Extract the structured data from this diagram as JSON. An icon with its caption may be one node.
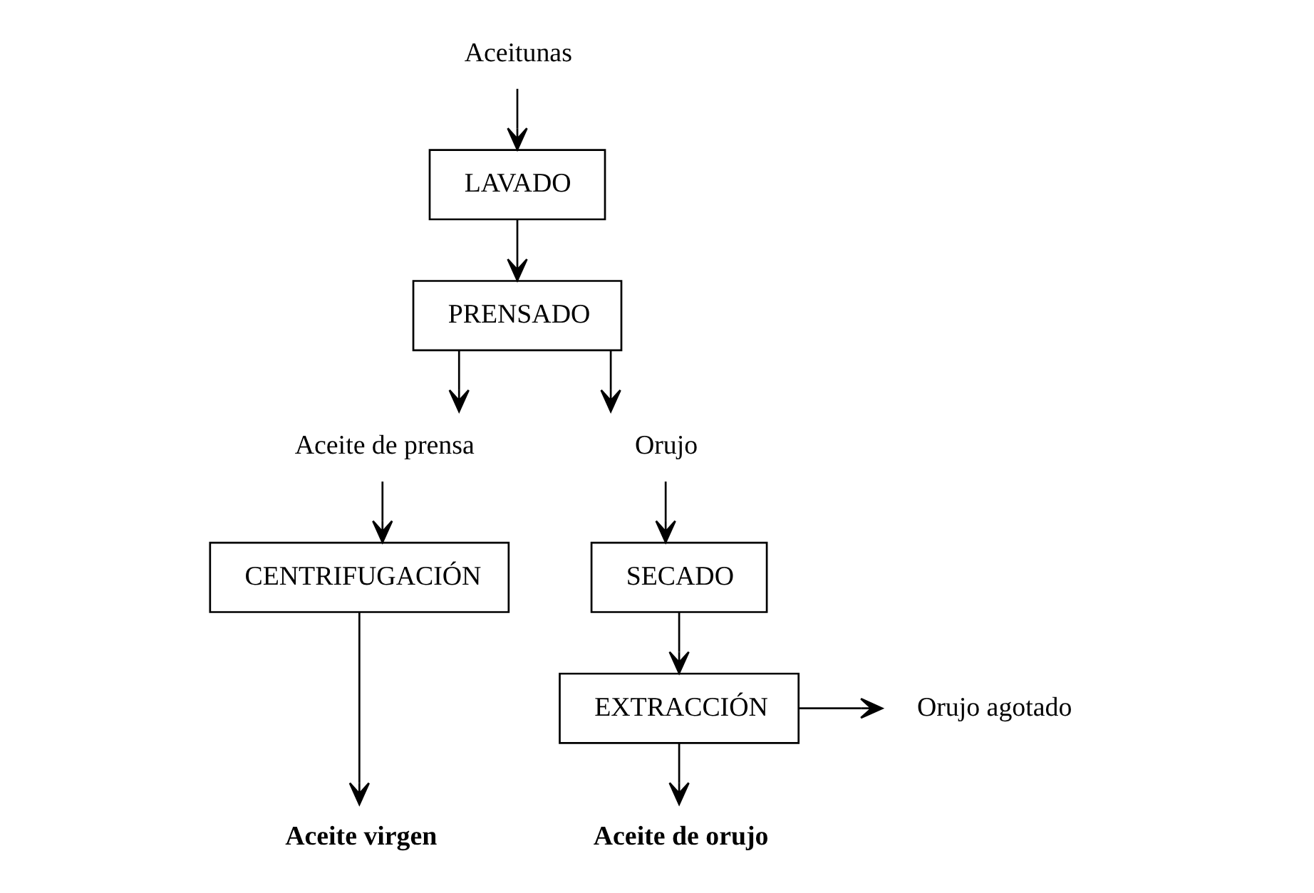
{
  "diagram": {
    "nodes": [
      {
        "text": [
          "Aceitunas"
        ]
      },
      {
        "text": [
          "LAVADO"
        ]
      },
      {
        "text": [
          "PRENSADO"
        ]
      },
      {
        "text": [
          "Aceite de prensa"
        ]
      },
      {
        "text": [
          "Orujo"
        ]
      },
      {
        "text": [
          "CENTRIFUGACIÓN"
        ]
      },
      {
        "text": [
          "SECADO"
        ]
      },
      {
        "text": [
          "Orujo agotado"
        ]
      },
      {
        "text": [
          "EXTRACCIÓN"
        ]
      },
      {
        "text": [
          "Aceite virgen"
        ]
      },
      {
        "text": [
          "Aceite de orujo"
        ]
      }
    ],
    "edges": [
      {
        "from": 0,
        "to": 1,
        "arrow": "to"
      },
      {
        "from": 1,
        "to": 2,
        "arrow": "to"
      },
      {
        "from": 2,
        "to": 3,
        "arrow": "to"
      },
      {
        "from": 2,
        "to": 4,
        "arrow": "to"
      },
      {
        "from": 3,
        "to": 5,
        "arrow": "to"
      },
      {
        "from": 4,
        "to": 6,
        "arrow": "to"
      },
      {
        "from": 6,
        "to": 8,
        "arrow": "to"
      },
      {
        "from": 8,
        "to": 7,
        "arrow": "to"
      },
      {
        "from": 5,
        "to": 9,
        "arrow": "to"
      },
      {
        "from": 8,
        "to": 10,
        "arrow": "to"
      }
    ]
  }
}
